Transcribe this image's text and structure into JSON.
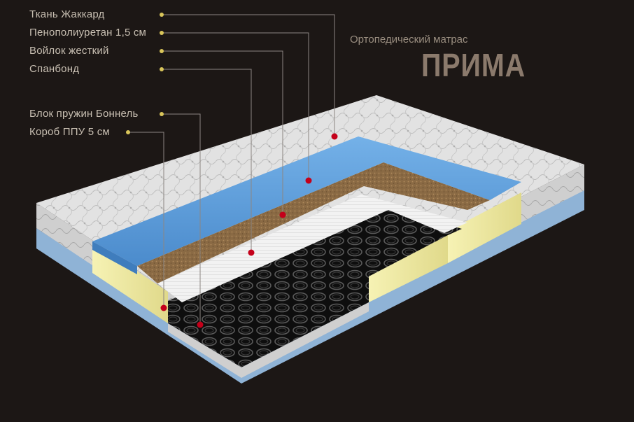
{
  "header": {
    "subtitle": "Ортопедический матрас",
    "title": "ПРИМА"
  },
  "layers": [
    {
      "label": "Ткань Жаккард"
    },
    {
      "label": "Пенополиуретан 1,5 см"
    },
    {
      "label": "Войлок жесткий"
    },
    {
      "label": "Спанбонд"
    },
    {
      "label": "Блок пружин Боннель"
    },
    {
      "label": "Короб ППУ 5 см"
    }
  ],
  "colors": {
    "background": "#1c1715",
    "label_text": "#c8bfb2",
    "title_text": "#8b7a6c",
    "leader_dot": "#d9c55a",
    "marker_dot": "#c4001a",
    "foam_blue": "#5f9fdc",
    "felt_brown": "#8a6a44",
    "foam_yellow": "#f0eba0",
    "jacquard_white": "#e6e6e6",
    "springs": "#1a1a1a"
  }
}
